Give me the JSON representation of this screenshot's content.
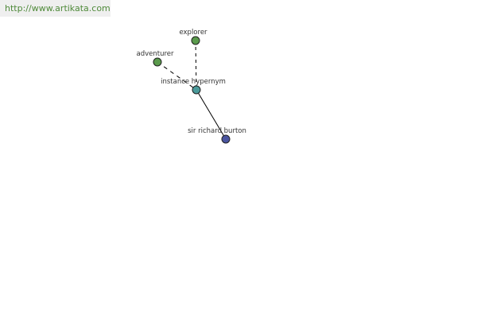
{
  "header": {
    "site_url": "http://www.artikata.com"
  },
  "graph": {
    "nodes": [
      {
        "id": "explorer",
        "label": "explorer",
        "color": "#5a9a4c"
      },
      {
        "id": "adventurer",
        "label": "adventurer",
        "color": "#5a9a4c"
      },
      {
        "id": "instance_hypernym",
        "label": "instance hypernym",
        "color": "#4a9a9a"
      },
      {
        "id": "sir_richard_burton",
        "label": "sir richard burton",
        "color": "#4a55a0"
      }
    ],
    "edges": [
      {
        "from": "explorer",
        "to": "instance_hypernym",
        "style": "dashed"
      },
      {
        "from": "adventurer",
        "to": "instance_hypernym",
        "style": "dashed"
      },
      {
        "from": "instance_hypernym",
        "to": "sir_richard_burton",
        "style": "solid"
      }
    ]
  }
}
